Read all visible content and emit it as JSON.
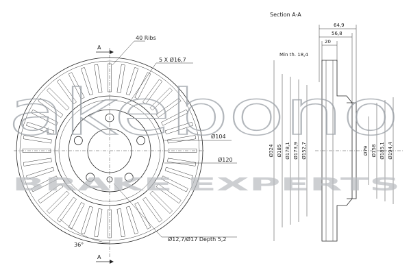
{
  "section_title": "Section A-A",
  "section_marker": "A",
  "front_view": {
    "ribs_label": "40 Ribs",
    "bolt_label": "5 X Ø16,7",
    "angle_label": "36°",
    "d104_label": "Ø104",
    "d120_label": "Ø120",
    "depth_label": "Ø12,7/Ø17 Depth 5,2",
    "rib_count": 40,
    "bolt_count": 5
  },
  "section_view": {
    "top_dims": [
      "64,9",
      "56,8",
      "20"
    ],
    "min_th_label": "Min th. 18,4",
    "vertical_dims": [
      "Ø324",
      "Ø185",
      "Ø178,1",
      "Ø173,9",
      "Ø152,7",
      "Ø79",
      "Ø158",
      "Ø185,1",
      "Ø194,4"
    ]
  },
  "watermark": {
    "brand": "akebono",
    "tagline": "BRAKE EXPERTS"
  }
}
